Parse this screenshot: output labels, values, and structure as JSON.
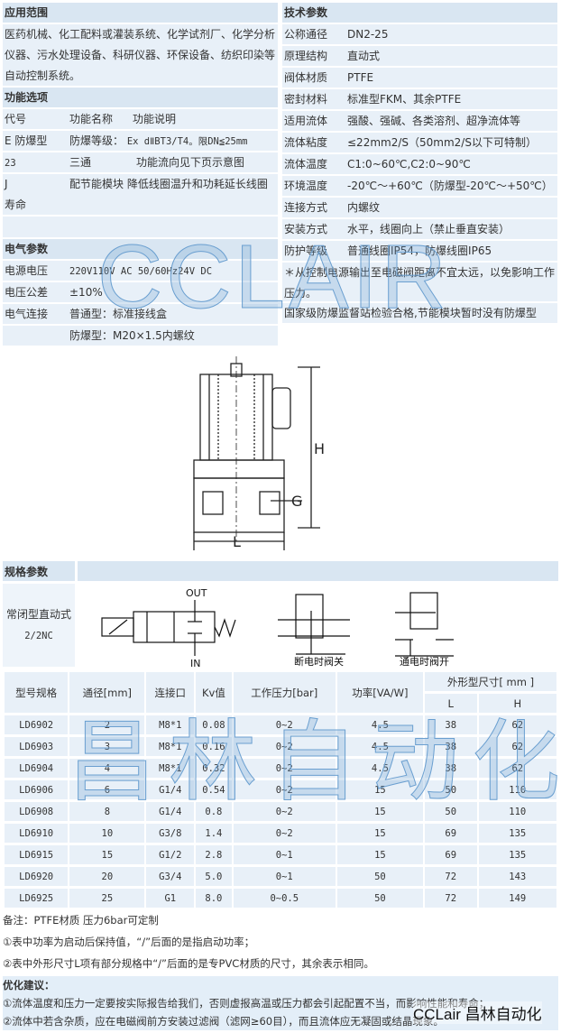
{
  "application": {
    "title": "应用范围",
    "text": "医药机械、化工配料或灌装系统、化学试剂厂、化学分析仪器、污水处理设备、科研仪器、环保设备、纺织印染等自动控制系统。"
  },
  "functions": {
    "title": "功能选项",
    "header": [
      "代号",
      "功能名称",
      "功能说明"
    ],
    "rows": [
      [
        "E 防爆型",
        "防爆等级：",
        "Ex dⅡBT3/T4。限DN≦25mm"
      ],
      [
        "23",
        "三通",
        "功能流向见下页示意图"
      ],
      [
        "J",
        "配节能模块",
        "降低线圈温升和功耗延长线圈寿命"
      ]
    ]
  },
  "electrical": {
    "title": "电气参数",
    "rows": [
      [
        "电源电压",
        "220V110V AC 50/60Hz24V DC"
      ],
      [
        "电压公差",
        "±10%"
      ],
      [
        "电气连接",
        "普通型：标准接线盒"
      ],
      [
        "",
        "防爆型：M20×1.5内螺纹"
      ]
    ]
  },
  "technical": {
    "title": "技术参数",
    "rows": [
      [
        "公称通径",
        "DN2-25"
      ],
      [
        "原理结构",
        "直动式"
      ],
      [
        "阀体材质",
        "PTFE"
      ],
      [
        "密封材料",
        "标准型FKM、其余PTFE"
      ],
      [
        "适用流体",
        "强酸、强碱、各类溶剂、超净流体等"
      ],
      [
        "流体粘度",
        "≤22mm2/S（50mm2/S以下可特制）"
      ],
      [
        "流体温度",
        "C1:0~60℃,C2:0~90℃"
      ],
      [
        "环境温度",
        "-20℃～+60℃（防爆型-20℃～+50℃）"
      ],
      [
        "连接方式",
        "内螺纹"
      ],
      [
        "安装方式",
        "水平，线圈向上（禁止垂直安装）"
      ],
      [
        "防护等级",
        "普通线圈IP54，防爆线圈IP65"
      ]
    ],
    "note": "＊从控制电源输出至电磁阀距离不宜太远，以免影响工作压力。",
    "cert": "国家级防爆监督站检验合格,节能模块暂时没有防爆型"
  },
  "drawing": {
    "H": "H",
    "G": "G",
    "L": "L"
  },
  "spec": {
    "title": "规格参数",
    "type": "常闭型直动式",
    "code": "2/2NC",
    "out": "OUT",
    "in": "IN",
    "closed": "断电时阀关",
    "open": "通电时阀开"
  },
  "table": {
    "headers": [
      "型号规格",
      "通径[mm]",
      "连接口",
      "Kv值",
      "工作压力[bar]",
      "功率[VA/W]",
      "外形型尺寸[ mm ]"
    ],
    "dims": [
      "L",
      "H"
    ],
    "rows": [
      [
        "LD6902",
        "2",
        "M8*1",
        "0.08",
        "0~2",
        "4.5",
        "38",
        "62"
      ],
      [
        "LD6903",
        "3",
        "M8*1",
        "0.16",
        "0~2",
        "4.5",
        "38",
        "62"
      ],
      [
        "LD6904",
        "4",
        "M8*1",
        "0.32",
        "0~2",
        "4.5",
        "38",
        "62"
      ],
      [
        "LD6906",
        "6",
        "G1/4",
        "0.54",
        "0~2",
        "15",
        "50",
        "110"
      ],
      [
        "LD6908",
        "8",
        "G1/4",
        "0.8",
        "0~2",
        "15",
        "50",
        "110"
      ],
      [
        "LD6910",
        "10",
        "G3/8",
        "1.4",
        "0~2",
        "15",
        "69",
        "135"
      ],
      [
        "LD6915",
        "15",
        "G1/2",
        "2.8",
        "0~1",
        "15",
        "69",
        "135"
      ],
      [
        "LD6920",
        "20",
        "G3/4",
        "5.0",
        "0~1",
        "50",
        "72",
        "143"
      ],
      [
        "LD6925",
        "25",
        "G1",
        "8.0",
        "0~0.5",
        "50",
        "72",
        "149"
      ]
    ]
  },
  "notes": [
    "备注：PTFE材质 压力6bar可定制",
    "①表中功率为启动后保持值，“/”后面的是指启动功率；",
    "②表中外形尺寸L项有部分规格中“/”后面的是专PVC材质的尺寸，其余表示相同。"
  ],
  "optimize": {
    "title": "优化建议：",
    "items": [
      "①流体温度和压力一定要按实际报告给我们，否则虚报高温或压力都会引起配置不当，而影响性能和寿命；",
      "②流体中若含杂质，应在电磁阀前方安装过滤阀（滤网≥60目），而且流体应无凝固或结晶现象。"
    ]
  },
  "watermarks": {
    "top": "CCLAIR",
    "table": "昌林自动化",
    "brand": "CCLair 昌林自动化"
  }
}
